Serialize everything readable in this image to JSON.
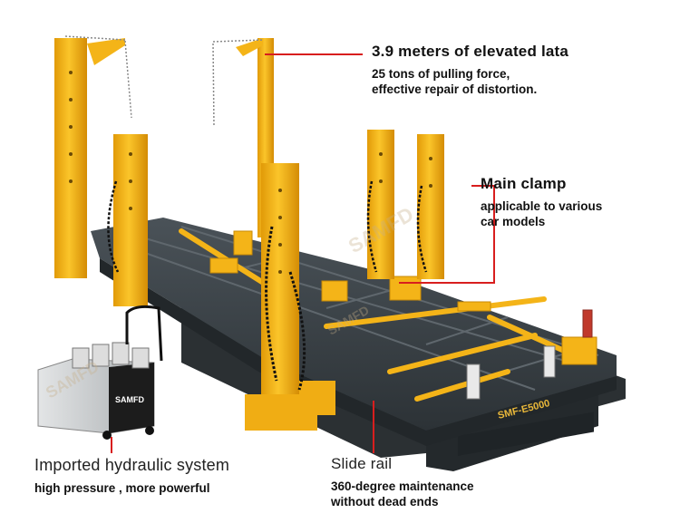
{
  "callouts": {
    "lata": {
      "title": "3.9 meters of elevated lata",
      "lines": [
        "25 tons of pulling force,",
        "effective repair of distortion."
      ]
    },
    "clamp": {
      "title": "Main clamp",
      "lines": [
        "applicable to various",
        "car models"
      ]
    },
    "hydraulic": {
      "title": "Imported hydraulic system",
      "lines": [
        "high pressure , more powerful"
      ]
    },
    "rail": {
      "title": "Slide rail",
      "lines": [
        "360-degree maintenance",
        "without dead ends"
      ]
    }
  },
  "machine": {
    "model_plate": "SMF-E5000",
    "pump_brand": "SAMFD",
    "watermark": "SAMFD"
  },
  "colors": {
    "tower_yellow": "#f4b418",
    "bench_gray": "#3d4449",
    "leader_red": "#d81e1e",
    "pump_silver": "#c9ccce"
  }
}
